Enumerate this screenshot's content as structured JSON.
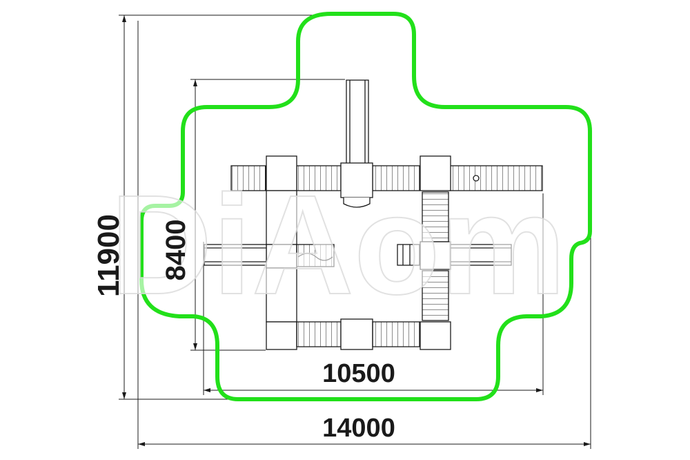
{
  "drawing": {
    "dimensions": {
      "overall_width": "14000",
      "overall_height": "11900",
      "structure_width": "10500",
      "structure_height": "8400"
    },
    "watermark": "DiAom",
    "colors": {
      "safety_zone": "#22e01a",
      "lines": "#1a1a1a",
      "watermark_fill": "#ffffff",
      "watermark_stroke": "#d9d9d9"
    }
  }
}
